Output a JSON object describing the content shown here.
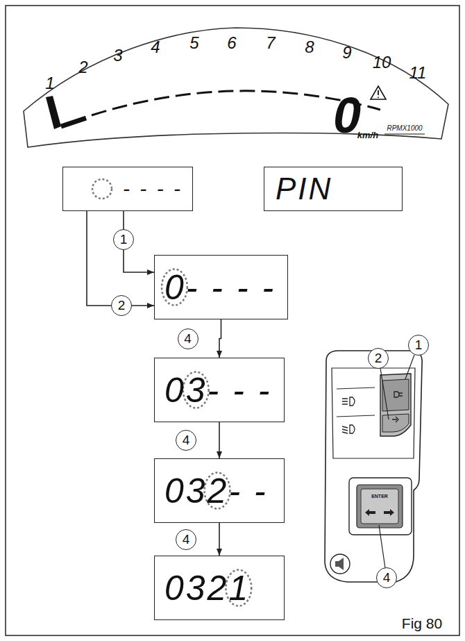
{
  "diagram": {
    "caption": "Fig 80",
    "nodes": [
      {
        "text": [
          "- - - -"
        ]
      },
      {
        "text": [
          "PIN"
        ]
      },
      {
        "text": [
          "0- - - -"
        ]
      },
      {
        "text": [
          "03- - -"
        ]
      },
      {
        "text": [
          "032- -"
        ]
      },
      {
        "text": [
          "0321"
        ]
      }
    ],
    "edges": [
      {
        "from": 0,
        "to": 2,
        "label": "1",
        "arrow": "to"
      },
      {
        "from": 0,
        "to": 2,
        "label": "2",
        "arrow": "to"
      },
      {
        "from": 2,
        "to": 3,
        "label": "4",
        "arrow": "to"
      },
      {
        "from": 3,
        "to": 4,
        "label": "4",
        "arrow": "to"
      },
      {
        "from": 4,
        "to": 5,
        "label": "4",
        "arrow": "to"
      }
    ],
    "labels": [
      "1",
      "2",
      "3",
      "4",
      "5",
      "6",
      "7",
      "8",
      "9",
      "10",
      "11",
      "RPMX1000",
      "0",
      "km/h",
      "ENTER",
      "1",
      "2",
      "4"
    ]
  }
}
